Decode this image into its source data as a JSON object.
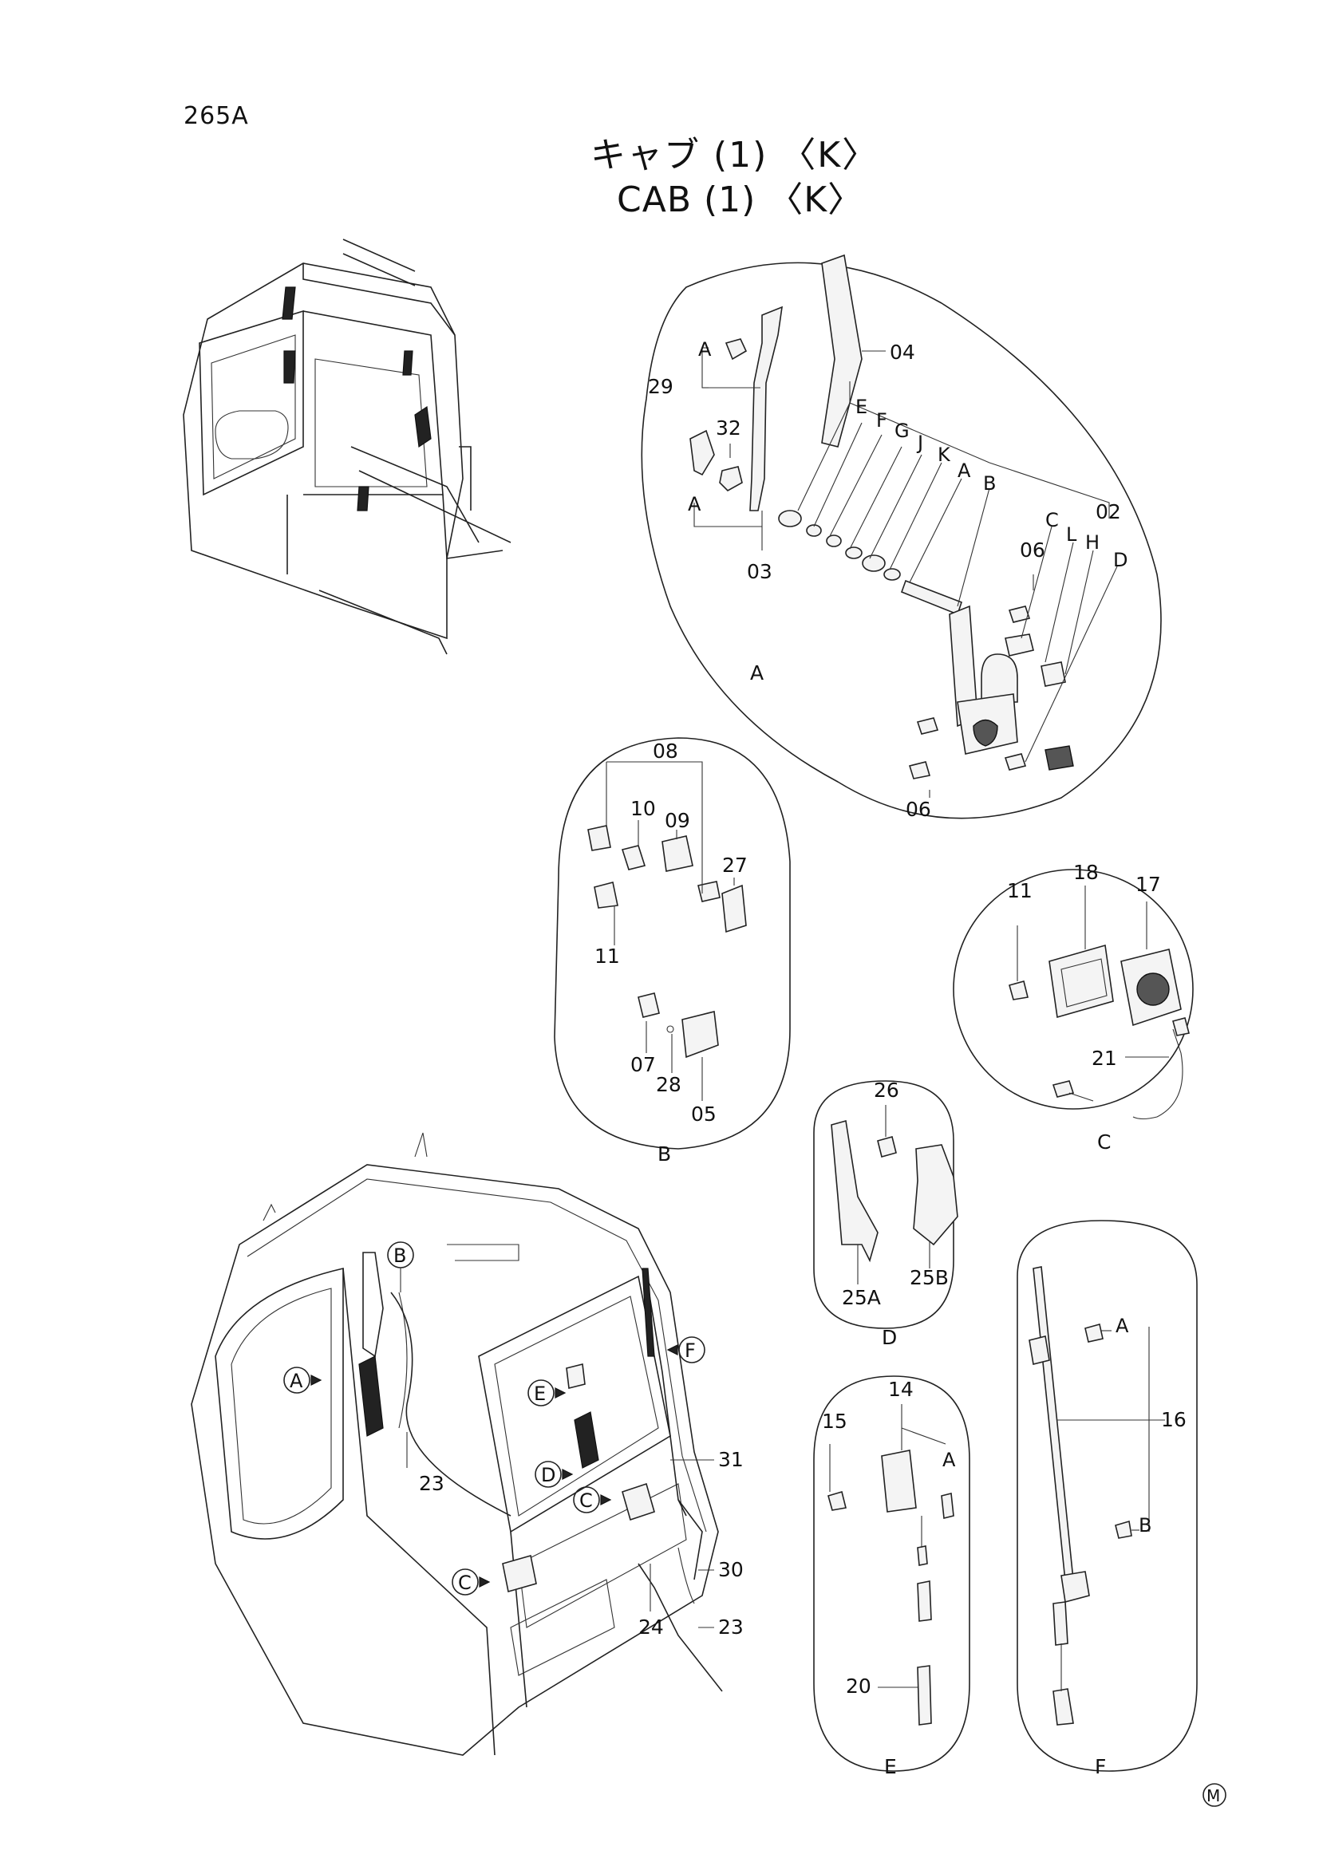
{
  "header": {
    "page_number": "265A",
    "title_jp": "キャブ (1) 〈K〉",
    "title_en": "CAB (1) 〈K〉",
    "mark": "M"
  },
  "detail_A": {
    "view_label": "A",
    "part_numbers": [
      "04",
      "29",
      "32",
      "03",
      "06",
      "06",
      "02"
    ],
    "reference_letters": [
      "A",
      "A",
      "E",
      "F",
      "G",
      "J",
      "K",
      "A",
      "B",
      "C",
      "L",
      "H",
      "D"
    ]
  },
  "detail_B": {
    "view_label": "B",
    "part_numbers": [
      "08",
      "10",
      "09",
      "27",
      "11",
      "07",
      "28",
      "05"
    ]
  },
  "detail_C": {
    "view_label": "C",
    "part_numbers": [
      "11",
      "18",
      "17",
      "21"
    ]
  },
  "detail_D": {
    "view_label": "D",
    "part_numbers": [
      "26",
      "25A",
      "25B"
    ]
  },
  "detail_E": {
    "view_label": "E",
    "part_numbers": [
      "14",
      "15",
      "20"
    ],
    "reference_letters": [
      "A"
    ]
  },
  "detail_F": {
    "view_label": "F",
    "part_numbers": [
      "16"
    ],
    "reference_letters": [
      "A",
      "B"
    ]
  },
  "main_view": {
    "callouts": [
      "B",
      "A",
      "E",
      "F",
      "D",
      "C",
      "C"
    ],
    "part_numbers": [
      "23",
      "31",
      "30",
      "23",
      "24"
    ]
  }
}
